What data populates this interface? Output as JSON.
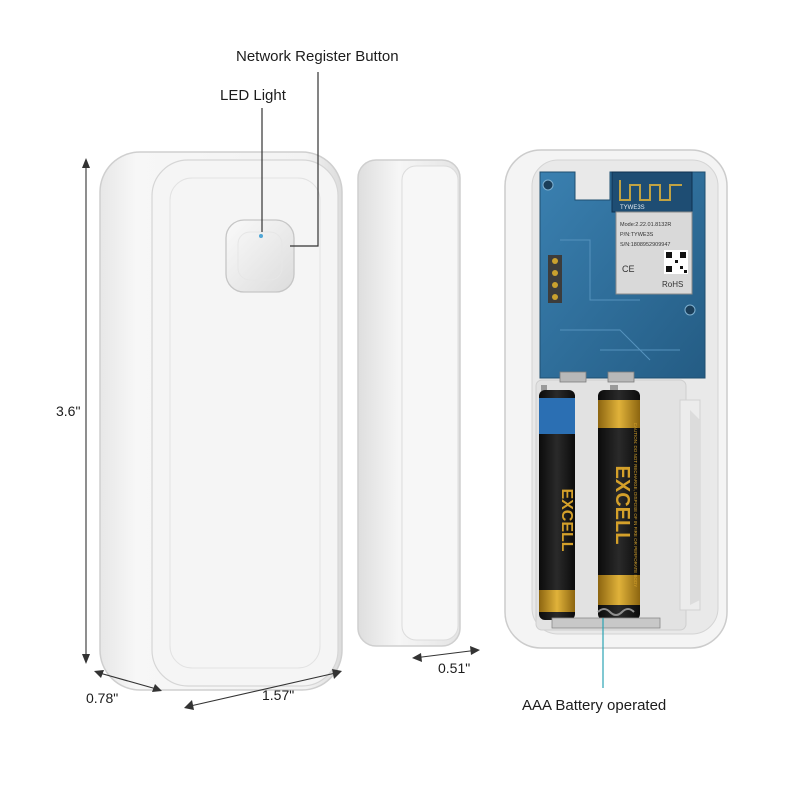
{
  "callouts": {
    "network_button": "Network Register Button",
    "led_light": "LED Light",
    "battery": "AAA Battery operated"
  },
  "dimensions": {
    "height": "3.6\"",
    "depth": "0.78\"",
    "width": "1.57\"",
    "magnet_width": "0.51\""
  },
  "pcb": {
    "module_model": "TYWE3S",
    "module_line1": "Mode:2.22.01.8132R",
    "module_line2": "P/N:TYWE3S",
    "module_line3": "S/N:1808952909947",
    "cert_ce": "CE",
    "cert_rohs": "RoHS"
  },
  "battery_labels": {
    "brand": "EXCELL",
    "warning": "CAUTION: DO NOT RECHARGE, DISPOSE OF IN FIRE OR PERFORATE BODY"
  },
  "colors": {
    "case_white": "#f4f4f4",
    "pcb_blue": "#2d6f9c",
    "battery_gold": "#c9961f",
    "battery_black": "#141414",
    "callout_line": "#333333",
    "battery_line": "#2aa3b3"
  }
}
